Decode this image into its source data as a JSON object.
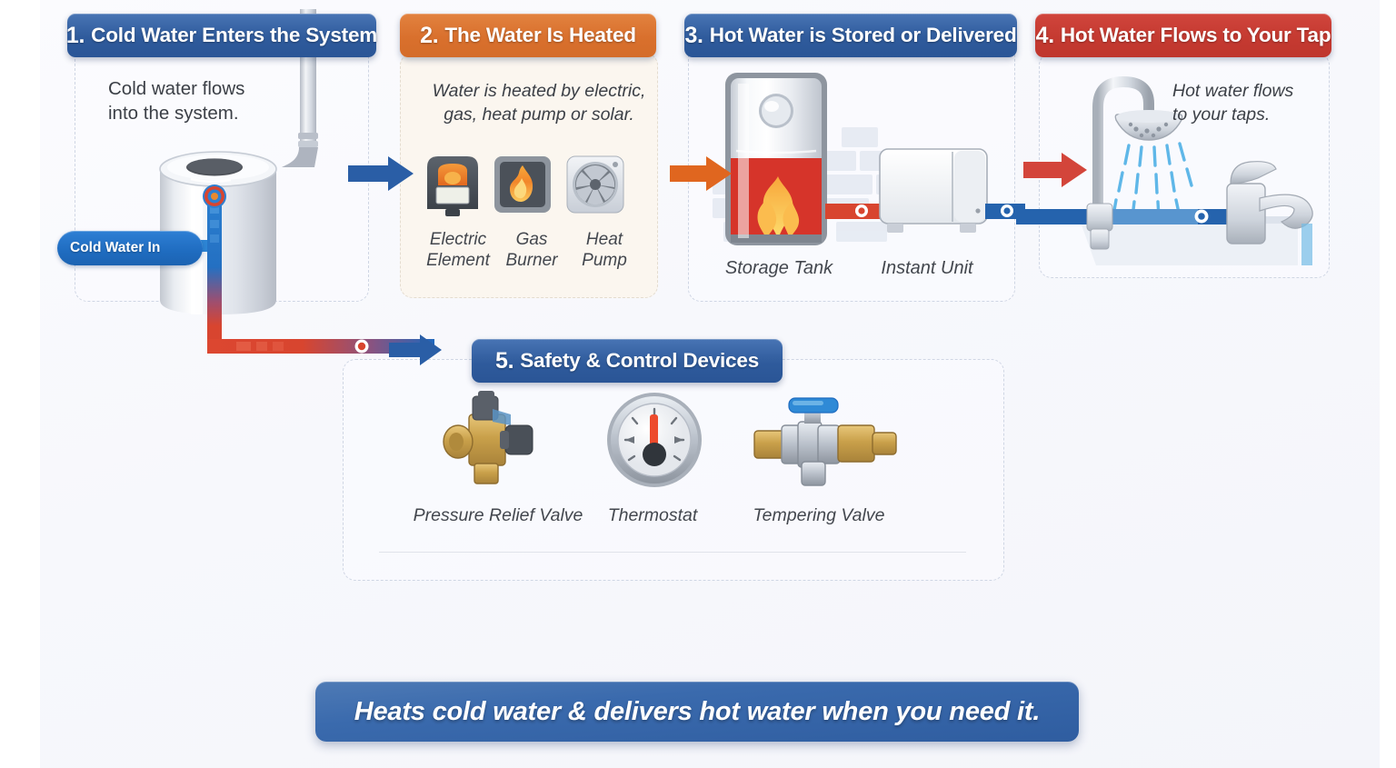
{
  "steps": [
    {
      "number": "1.",
      "title": "Cold Water Enters the System",
      "color": "#2f5b9c",
      "body": "Cold water flows\ninto the system.",
      "body_line1": "Cold water flows",
      "body_line2": "into the system.",
      "badge": "Cold Water In"
    },
    {
      "number": "2.",
      "title": "The Water Is Heated",
      "color": "#d9702d",
      "body_line1": "Water is heated by electric,",
      "body_line2": "gas, heat pump or solar.",
      "items": [
        {
          "label_line1": "Electric",
          "label_line2": "Element",
          "icon": "electric-element-icon"
        },
        {
          "label_line1": "Gas",
          "label_line2": "Burner",
          "icon": "gas-burner-icon"
        },
        {
          "label_line1": "Heat",
          "label_line2": "Pump",
          "icon": "heat-pump-icon"
        }
      ]
    },
    {
      "number": "3.",
      "title": "Hot Water is Stored or Delivered",
      "color": "#2f5b9c",
      "items": [
        {
          "label": "Storage Tank",
          "icon": "storage-tank-icon"
        },
        {
          "label": "Instant Unit",
          "icon": "instant-unit-icon"
        }
      ]
    },
    {
      "number": "4.",
      "title": "Hot Water Flows to Your Tap",
      "color": "#c53a31",
      "body_line1": "Hot water flows",
      "body_line2": "to your taps."
    },
    {
      "number": "5.",
      "title": "Safety & Control Devices",
      "color": "#2f5b9c",
      "items": [
        {
          "label": "Pressure Relief Valve",
          "icon": "pressure-relief-valve-icon"
        },
        {
          "label": "Thermostat",
          "icon": "thermostat-gauge-icon"
        },
        {
          "label": "Tempering Valve",
          "icon": "tempering-valve-icon"
        }
      ]
    }
  ],
  "banner": {
    "text": "Heats cold water & delivers hot water when you need it."
  },
  "colors": {
    "blue": "#2f5b9c",
    "orange": "#d9702d",
    "red": "#c53a31",
    "cold_pipe": "#1f6cc0",
    "hot_pipe": "#d8452f",
    "background": "#f7f8fc",
    "cream_panel": "#fbf6ef"
  },
  "arrows": [
    {
      "name": "arrow-step1-to-step2",
      "color": "#2f5b9c",
      "direction": "right"
    },
    {
      "name": "arrow-step2-to-step3",
      "color": "#d9702d",
      "direction": "right"
    },
    {
      "name": "arrow-step3-to-step4",
      "color": "#c53a31",
      "direction": "right"
    },
    {
      "name": "arrow-to-step5",
      "color": "#2f5b9c",
      "direction": "right"
    }
  ]
}
